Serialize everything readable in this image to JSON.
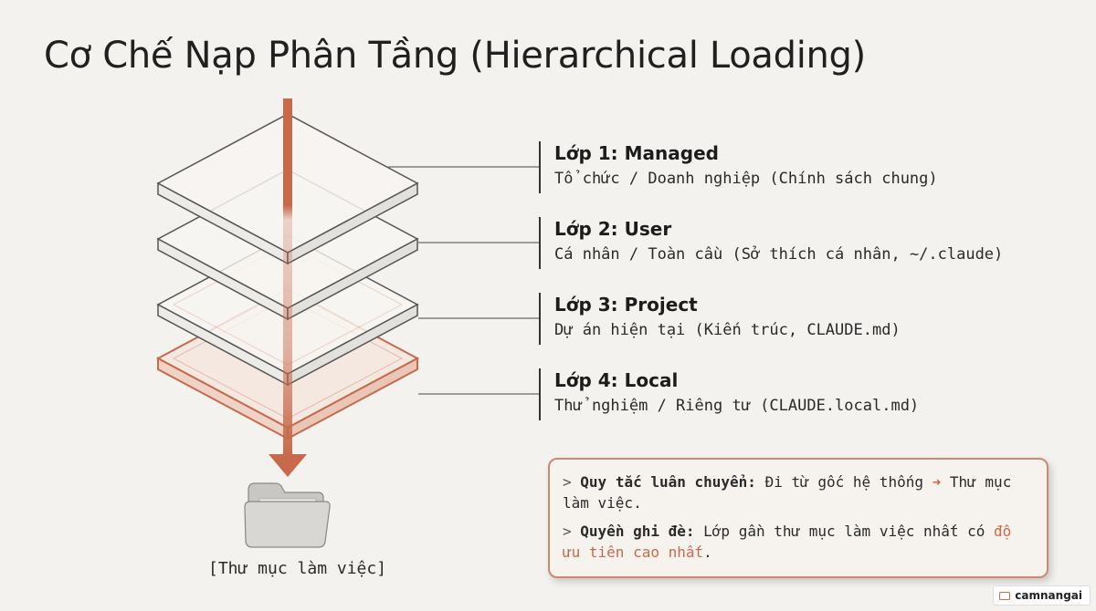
{
  "title": "Cơ Chế Nạp Phân Tầng (Hierarchical Loading)",
  "layers": [
    {
      "name": "Lớp 1: Managed",
      "desc": "Tổ chức / Doanh nghiệp (Chính sách chung)"
    },
    {
      "name": "Lớp 2: User",
      "desc": "Cá nhân / Toàn cầu (Sở thích cá nhân, ~/.claude)"
    },
    {
      "name": "Lớp 3: Project",
      "desc": "Dự án hiện tại (Kiến trúc, CLAUDE.md)"
    },
    {
      "name": "Lớp 4: Local",
      "desc": "Thử nghiệm / Riêng tư (CLAUDE.local.md)"
    }
  ],
  "folder_caption": "[Thư mục làm việc]",
  "rules": {
    "prompt": ">",
    "rule1_label": "Quy tắc luân chuyển:",
    "rule1_text_a": "Đi từ gốc hệ thống",
    "rule1_arrow": "➜",
    "rule1_text_b": "Thư mục làm việc.",
    "rule2_label": "Quyền ghi đè:",
    "rule2_text": "Lớp gần thư mục làm việc nhất có",
    "rule2_highlight": "độ ưu tiên cao nhất",
    "rule2_end": "."
  },
  "watermark": "camnangai",
  "colors": {
    "accent": "#c66a4b",
    "layer_outline": "#555555",
    "layer_fill": "#f7f5f1",
    "background": "#f4f2ee"
  },
  "icons": {
    "folder": "folder-icon",
    "arrow": "down-arrow-icon"
  }
}
